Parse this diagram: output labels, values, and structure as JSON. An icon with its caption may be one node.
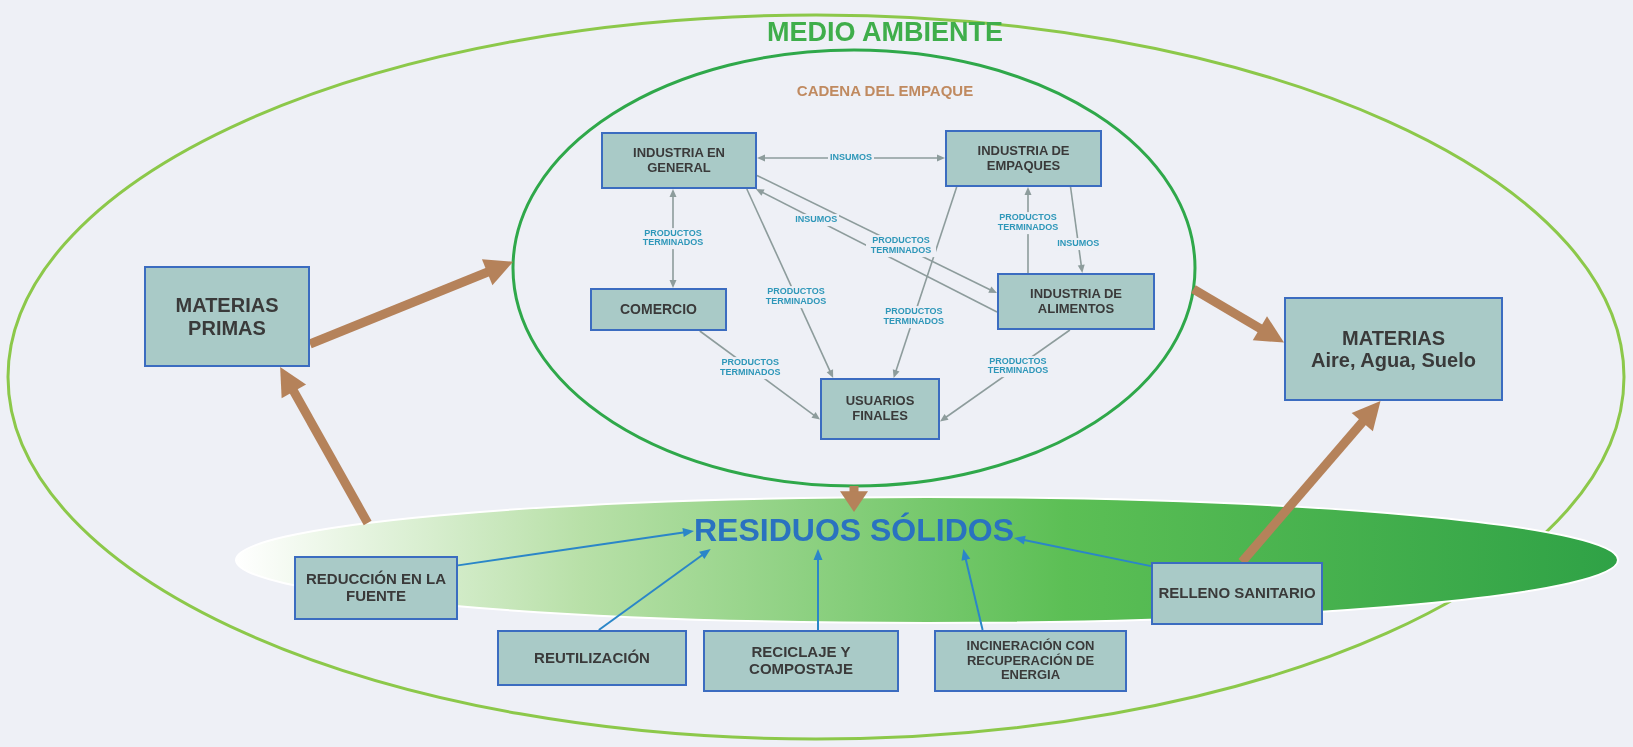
{
  "diagram": {
    "nodes": [
      {
        "text": [
          "MEDIO AMBIENTE"
        ]
      },
      {
        "text": [
          "CADENA DEL EMPAQUE"
        ],
        "in": 0
      },
      {
        "text": [
          "INDUSTRIA EN GENERAL"
        ],
        "in": 1
      },
      {
        "text": [
          "INDUSTRIA DE EMPAQUES"
        ],
        "in": 1
      },
      {
        "text": [
          "COMERCIO"
        ],
        "in": 1
      },
      {
        "text": [
          "INDUSTRIA DE ALIMENTOS"
        ],
        "in": 1
      },
      {
        "text": [
          "USUARIOS FINALES"
        ],
        "in": 1
      },
      {
        "text": [
          "MATERIAS PRIMAS"
        ],
        "in": 0
      },
      {
        "text": [
          "MATERIAS",
          "Aire, Agua, Suelo"
        ],
        "in": 0
      },
      {
        "text": [
          "RESIDUOS SÓLIDOS"
        ],
        "in": 0
      },
      {
        "text": [
          "REDUCCIÓN EN LA FUENTE"
        ],
        "in": 9
      },
      {
        "text": [
          "REUTILIZACIÓN"
        ],
        "in": 0
      },
      {
        "text": [
          "RECICLAJE Y COMPOSTAJE"
        ],
        "in": 0
      },
      {
        "text": [
          "INCINERACIÓN CON RECUPERACIÓN DE ENERGIA"
        ],
        "in": 0
      },
      {
        "text": [
          "RELLENO SANITARIO"
        ],
        "in": 9
      }
    ],
    "edges": [
      {
        "from": 2,
        "to": 3,
        "arrow": "both",
        "label": "INSUMOS"
      },
      {
        "from": 2,
        "to": 4,
        "arrow": "both",
        "label": "PRODUCTOS TERMINADOS"
      },
      {
        "from": 2,
        "to": 6,
        "arrow": "to",
        "label": "PRODUCTOS TERMINADOS"
      },
      {
        "from": 2,
        "to": 5,
        "arrow": "to",
        "label": "PRODUCTOS TERMINADOS"
      },
      {
        "from": 5,
        "to": 2,
        "arrow": "to",
        "label": "INSUMOS"
      },
      {
        "from": 3,
        "to": 6,
        "arrow": "to",
        "label": "PRODUCTOS TERMINADOS"
      },
      {
        "from": 5,
        "to": 3,
        "arrow": "to",
        "label": "PRODUCTOS TERMINADOS"
      },
      {
        "from": 3,
        "to": 5,
        "arrow": "to",
        "label": "INSUMOS"
      },
      {
        "from": 4,
        "to": 6,
        "arrow": "to",
        "label": "PRODUCTOS TERMINADOS"
      },
      {
        "from": 5,
        "to": 6,
        "arrow": "to",
        "label": "PRODUCTOS TERMINADOS"
      },
      {
        "from": 7,
        "to": 1,
        "arrow": "to",
        "style": "thick",
        "color": "#b5825a"
      },
      {
        "from": 1,
        "to": 8,
        "arrow": "to",
        "style": "thick",
        "color": "#b5825a"
      },
      {
        "from": 1,
        "to": 9,
        "arrow": "to",
        "style": "thick",
        "color": "#b5825a"
      },
      {
        "from": 9,
        "to": 7,
        "arrow": "to",
        "style": "thick",
        "color": "#b5825a"
      },
      {
        "from": 14,
        "to": 8,
        "arrow": "to",
        "style": "thick",
        "color": "#b5825a"
      },
      {
        "from": 10,
        "to": 9,
        "arrow": "to",
        "color": "#2b86c8"
      },
      {
        "from": 11,
        "to": 9,
        "arrow": "to",
        "color": "#2b86c8"
      },
      {
        "from": 12,
        "to": 9,
        "arrow": "to",
        "color": "#2b86c8"
      },
      {
        "from": 13,
        "to": 9,
        "arrow": "to",
        "color": "#2b86c8"
      },
      {
        "from": 14,
        "to": 9,
        "arrow": "to",
        "color": "#2b86c8"
      }
    ]
  }
}
